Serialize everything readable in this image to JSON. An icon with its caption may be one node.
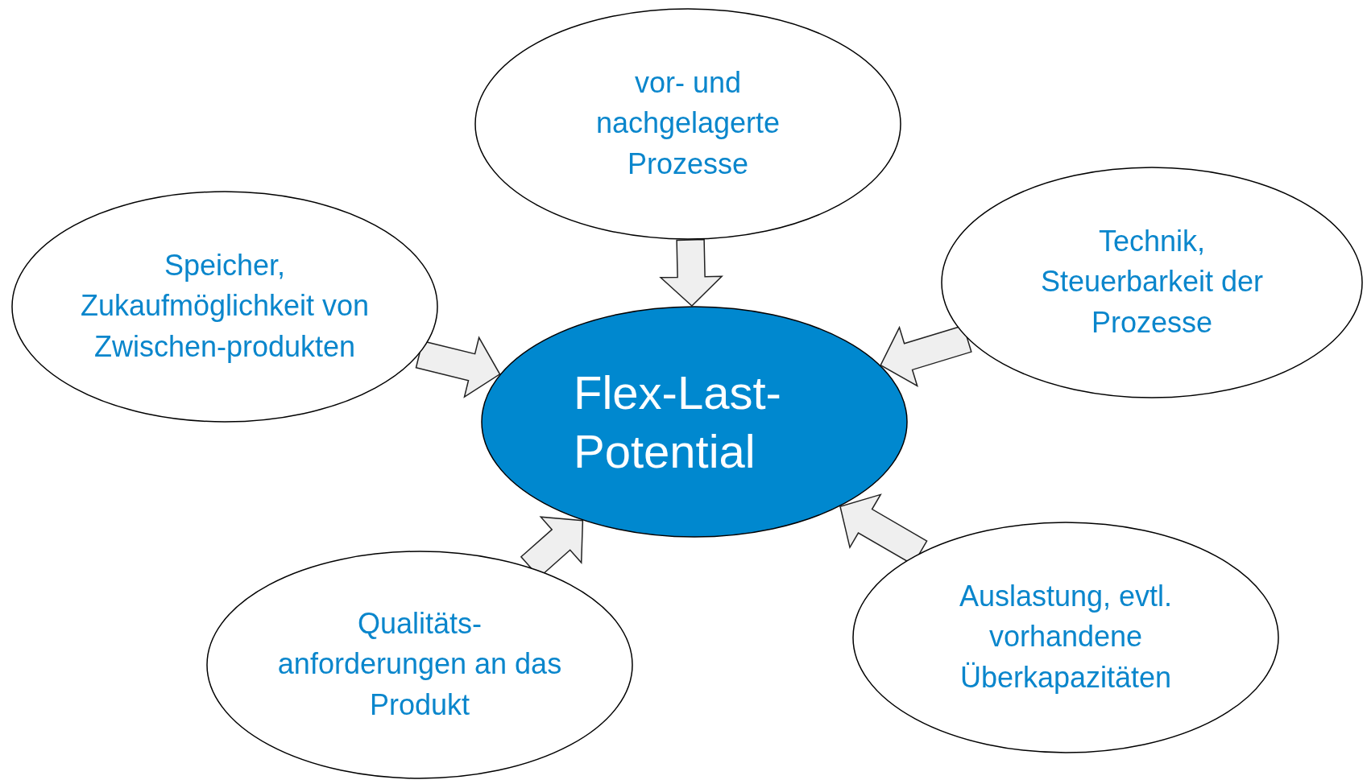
{
  "diagram": {
    "nodes": [
      {
        "text": [
          "vor- und nachgelagerte Prozesse"
        ]
      },
      {
        "text": [
          "Speicher, Zukaufmöglichkeit von Zwischen-produkten"
        ]
      },
      {
        "text": [
          "Technik, Steuerbarkeit der Prozesse"
        ]
      },
      {
        "text": [
          "Flex-Last-Potential"
        ]
      },
      {
        "text": [
          "Qualitäts-anforderungen an das Produkt"
        ]
      },
      {
        "text": [
          "Auslastung, evtl. vorhandene Überkapazitäten"
        ]
      }
    ],
    "edges": [
      {
        "from": 0,
        "to": 3,
        "arrow": "to"
      },
      {
        "from": 1,
        "to": 3,
        "arrow": "to"
      },
      {
        "from": 2,
        "to": 3,
        "arrow": "to"
      },
      {
        "from": 4,
        "to": 3,
        "arrow": "to"
      },
      {
        "from": 5,
        "to": 3,
        "arrow": "to"
      }
    ]
  }
}
